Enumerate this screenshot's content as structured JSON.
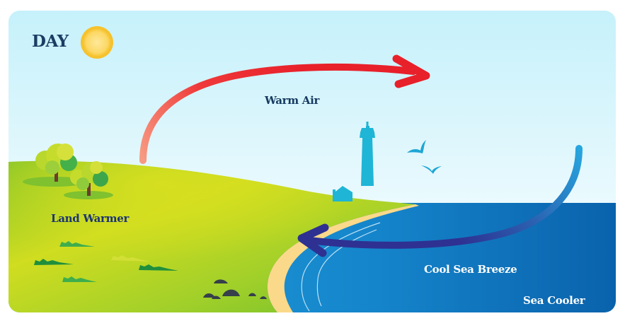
{
  "diagram": {
    "title": "DAY",
    "subject": "Sea breeze circulation",
    "labels": {
      "warm_air": "Warm Air",
      "land": "Land Warmer",
      "breeze": "Cool Sea Breeze",
      "sea": "Sea Cooler"
    },
    "icons": {
      "sun": "sun-icon",
      "lighthouse": "lighthouse-icon",
      "house": "house-icon",
      "birds": "bird-icon",
      "trees": "tree-icon",
      "rocks": "rock-icon",
      "grass": "grass-tuft-icon"
    },
    "arrows": [
      {
        "name": "warm-air-arrow",
        "direction": "land-to-sea (rising, upper)",
        "color_start": "#f7957f",
        "color_end": "#e8202a"
      },
      {
        "name": "sea-breeze-arrow",
        "direction": "sea-to-land (descending, lower)",
        "color_start": "#27a3dd",
        "color_end": "#2e3192"
      }
    ],
    "colors": {
      "sky_top": "#c6f1fb",
      "sky_bottom": "#f4fcff",
      "land_light": "#d3df22",
      "land_dark": "#6cc02b",
      "sand": "#fbd98a",
      "sea_light": "#1e9ad6",
      "sea_dark": "#0a62ac",
      "text_dark": "#1b3d63",
      "text_light": "#ffffff",
      "sun": "#fcd35a",
      "lighthouse": "#1fb5d6"
    }
  }
}
